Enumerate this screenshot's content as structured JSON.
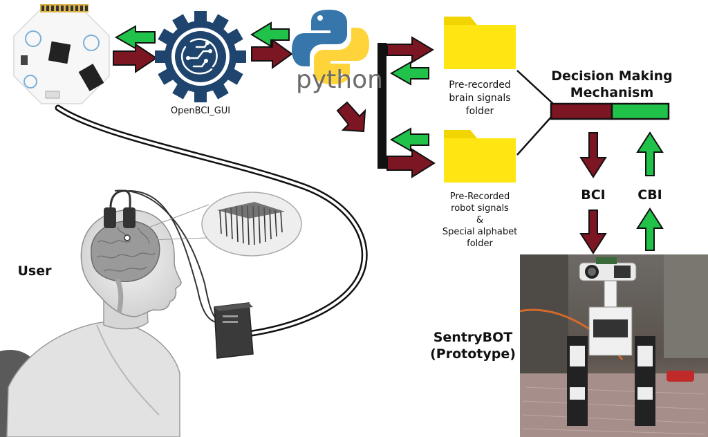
{
  "labels": {
    "openbci_gui": "OpenBCI_GUI",
    "python": "python",
    "brain_folder": [
      "Pre-recorded",
      "brain signals",
      "folder"
    ],
    "robot_folder": [
      "Pre-Recorded",
      "robot signals",
      "&",
      "Special alphabet",
      "folder"
    ],
    "decision": [
      "Decision Making",
      "Mechanism"
    ],
    "bci": "BCI",
    "cbi": "CBI",
    "user": "User",
    "robot": [
      "SentryBOT",
      "(Prototype)"
    ]
  },
  "colors": {
    "red_arrow": "#7b1622",
    "green_arrow": "#21c24a",
    "folder": "#ffe612",
    "gear": "#1f456e",
    "python_blue": "#3776ab",
    "python_yellow": "#ffd43b"
  },
  "icons": {
    "board": "openbci-board-icon",
    "gear": "openbci-gear-icon",
    "python": "python-logo-icon",
    "folder": "folder-icon",
    "robot": "robot-photo",
    "user": "user-head-illustration"
  }
}
